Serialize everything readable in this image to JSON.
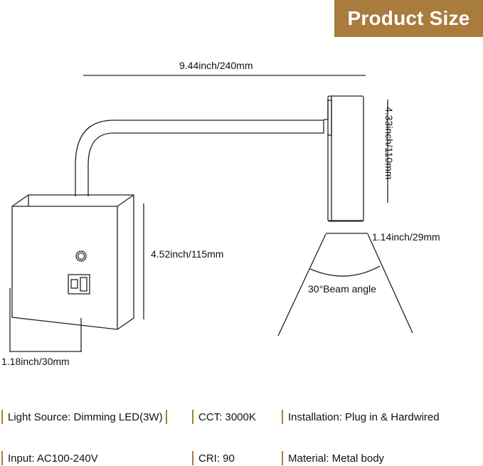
{
  "header": {
    "title": "Product Size"
  },
  "dimensions": {
    "total_width": "9.44inch/240mm",
    "head_height": "4.33inch/110mm",
    "head_diameter": "1.14inch/29mm",
    "box_height": "4.52inch/115mm",
    "box_depth": "1.18inch/30mm",
    "beam_angle": "30°Beam angle"
  },
  "specs": [
    {
      "text": "Light Source: Dimming LED(3W)"
    },
    {
      "text": "CCT: 3000K"
    },
    {
      "text": "Installation: Plug in & Hardwired"
    },
    {
      "text": "Input: AC100-240V"
    },
    {
      "text": "CRI: 90"
    },
    {
      "text": "Material: Metal body"
    }
  ]
}
